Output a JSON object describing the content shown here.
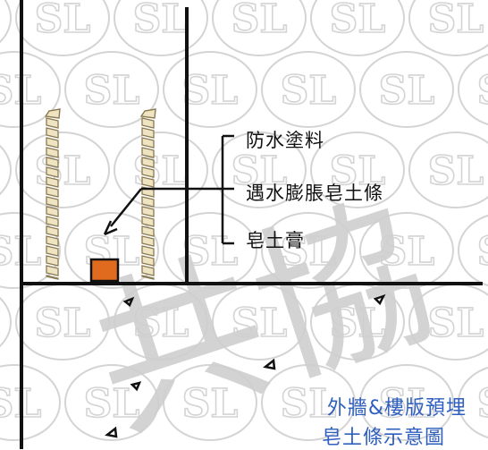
{
  "labels": {
    "waterproof_coating": "防水塗料",
    "swelling_strip": "遇水膨脹皂土條",
    "bentonite_paste": "皂土膏"
  },
  "caption": {
    "line1": "外牆&樓版預埋",
    "line2": "皂土條示意圖"
  },
  "watermark": {
    "logo_text": "SL",
    "chinese_text": "共協"
  },
  "colors": {
    "caption": "#2f5fbf",
    "strip": "#e06a1e",
    "rebar_fill": "#efe4c2",
    "rebar_stroke": "#8a7a52",
    "watermark": "#d4d4d4",
    "watermark_chinese": "#cfcfcf",
    "structure": "#111111"
  }
}
